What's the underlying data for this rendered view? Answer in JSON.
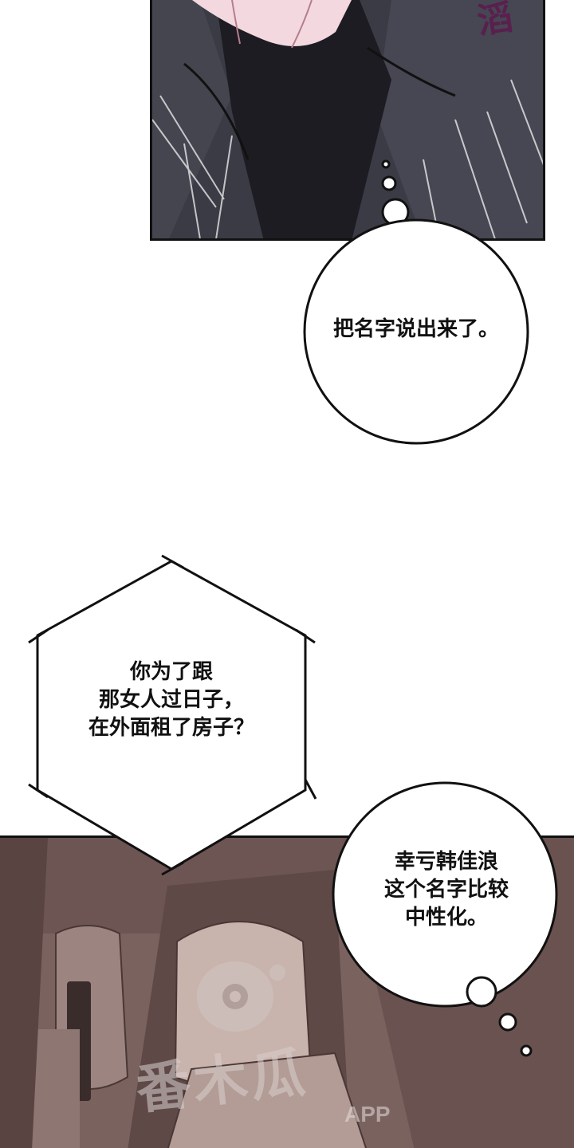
{
  "panels": {
    "top": {
      "description_label": "man-dark-jacket-closeup"
    },
    "bottom": {
      "description_label": "car-interior-seats"
    }
  },
  "sfx": {
    "top_right_text": "滔"
  },
  "bubbles": {
    "thought_bubble_1": {
      "text": "把名字说出来了。"
    },
    "hexagon_bubble": {
      "text": "你为了跟\n那女人过日子，\n在外面租了房子？"
    },
    "thought_bubble_2": {
      "text": "幸亏韩佳浪\n这个名字比较\n中性化。"
    }
  },
  "watermark": {
    "brand": "番木瓜",
    "app": "APP"
  },
  "colors": {
    "jacket": "#3a3b45",
    "jacket_dark": "#1c1c22",
    "skin": "#f3d9df",
    "car_bg": "#7a625f",
    "car_seat": "#c9b3ad",
    "sfx": "#5a1f4f"
  }
}
